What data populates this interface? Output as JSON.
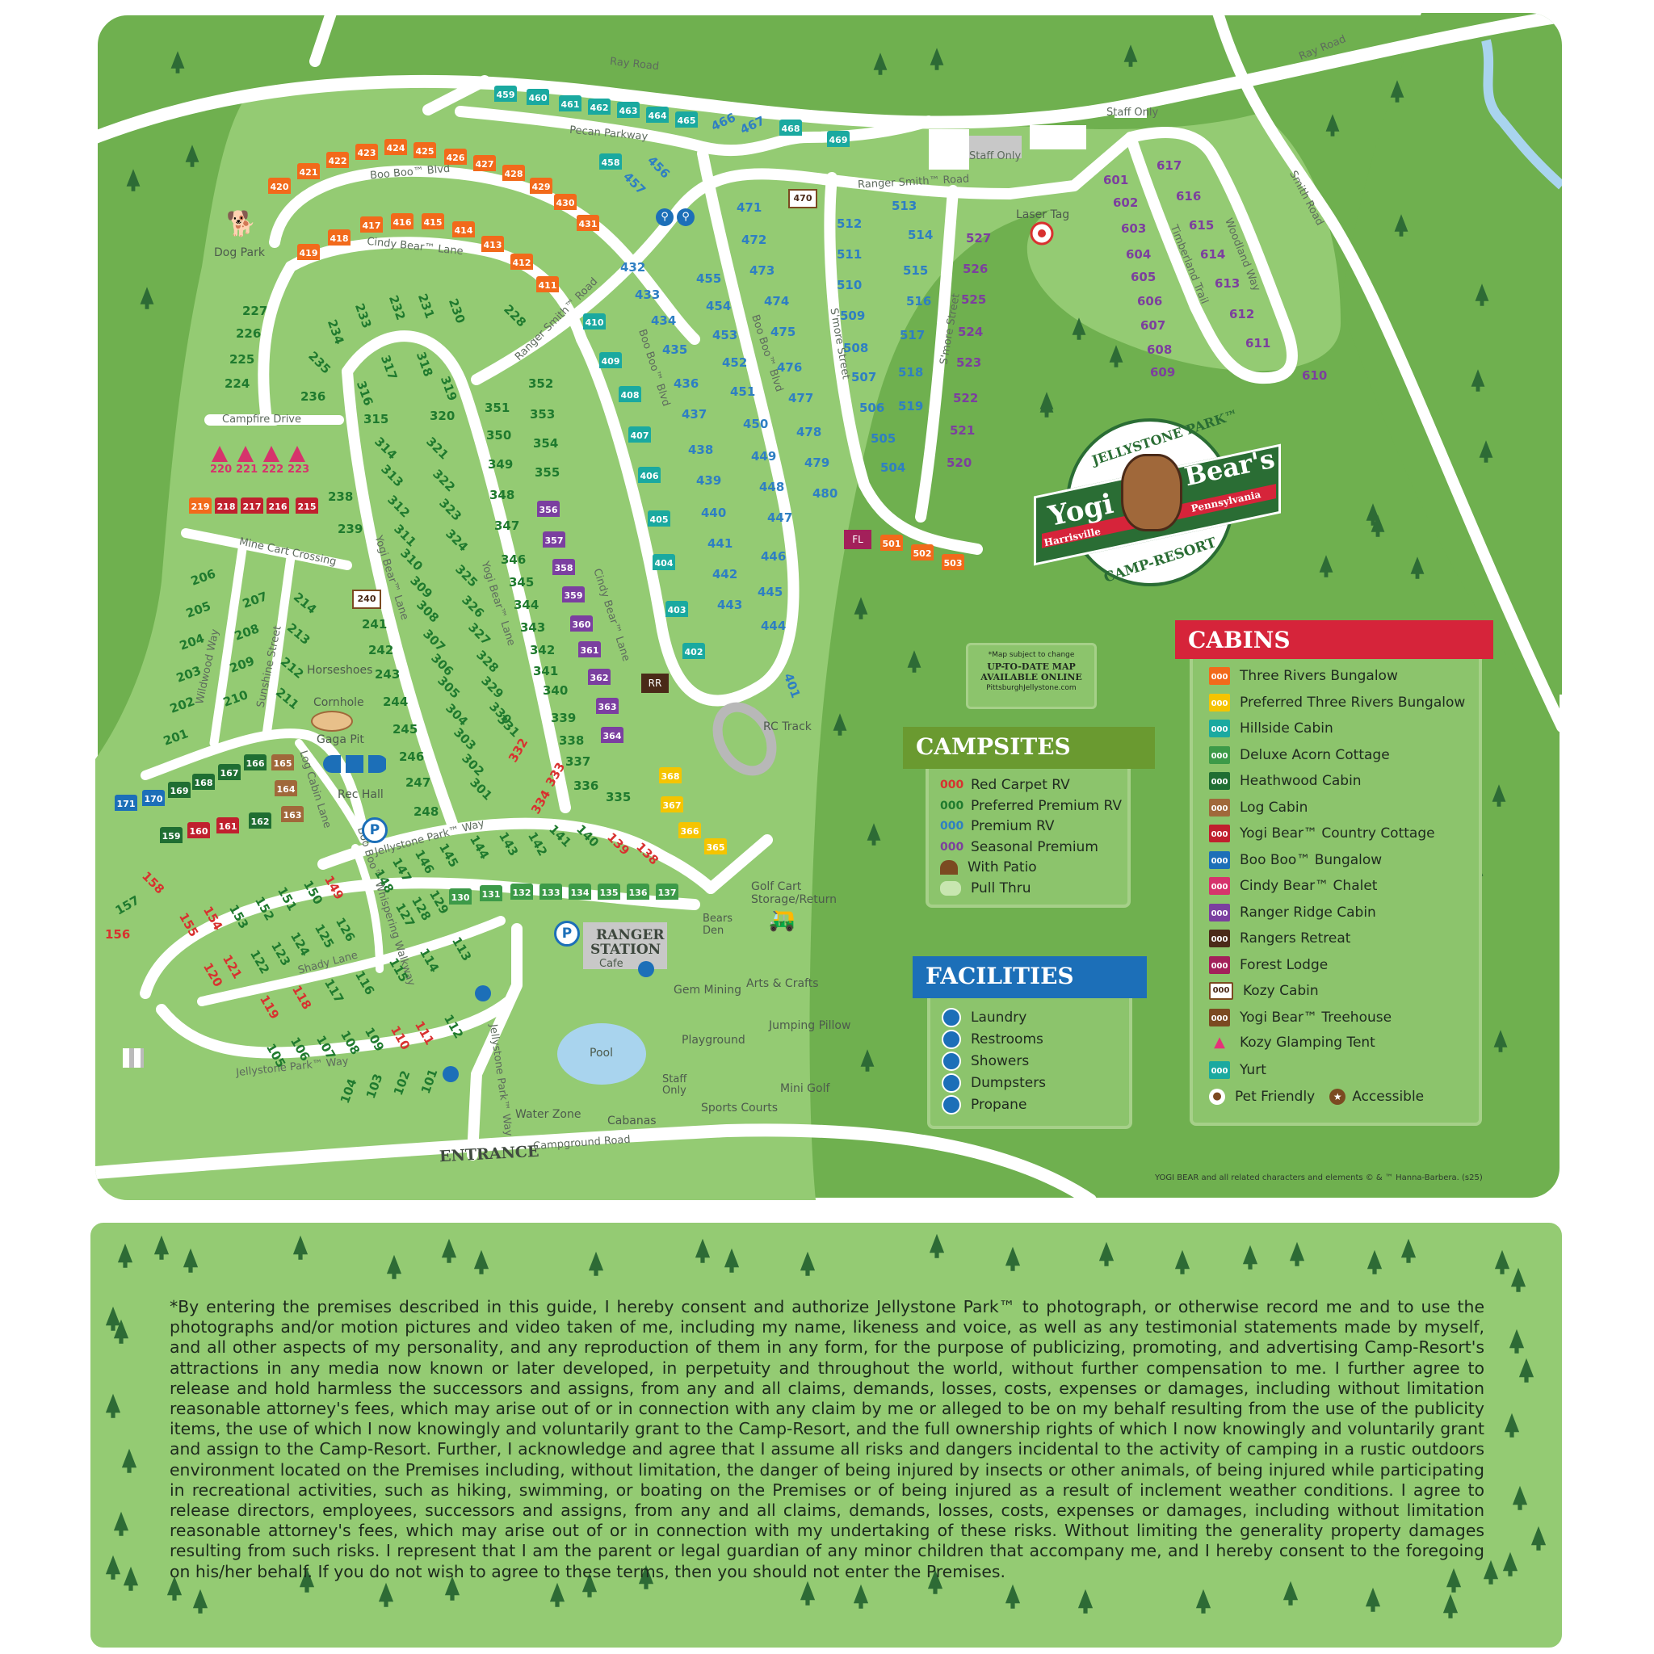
{
  "map": {
    "colors": {
      "grass_dark": "#6fb04f",
      "grass_light": "#94cb73",
      "road": "#ffffff",
      "three_rivers": "#f26a1b",
      "preferred_three_rivers": "#f5c400",
      "hillside": "#1aa9a0",
      "deluxe_acorn": "#3c9a48",
      "heathwood": "#1f6e32",
      "log_cabin": "#a0683a",
      "country_cottage": "#c0202e",
      "boo_boo": "#1c6fb8",
      "cindy": "#d6336c",
      "ranger_ridge": "#7b3fa0",
      "rangers_retreat": "#4a2a18",
      "forest_lodge": "#a3205a",
      "red_rv": "#d8312f",
      "preferred_rv": "#1f7a2e",
      "premium_rv": "#2e7fc3",
      "seasonal": "#7c3f9e"
    },
    "roads": {
      "ray_road_1": "Ray Road",
      "ray_road_2": "Ray Road",
      "smith_road": "Smith Road",
      "pecan": "Pecan Parkway",
      "boo_boo_blvd_top": "Boo Boo™ Blvd",
      "cindy_lane_top": "Cindy Bear™ Lane",
      "ranger_smith_rd": "Ranger Smith™ Road",
      "ranger_smith_road_diag": "Ranger Smith™ Road",
      "boo_boo_blvd_a": "Boo Boo™ Blvd",
      "boo_boo_blvd_b": "Boo Boo™ Blvd",
      "smore_a": "S'more Street",
      "smore_b": "S'more Street",
      "timberland": "Timberland Trail",
      "woodland": "Woodland Way",
      "campfire": "Campfire Drive",
      "mine_cart": "Mine Cart Crossing",
      "wildwood": "Wildwood Way",
      "sunshine": "Sunshine Street",
      "yogi_lane_a": "Yogi Bear™ Lane",
      "yogi_lane_b": "Yogi Bear™ Lane",
      "cindy_lane_b": "Cindy Bear™ Lane",
      "log_cabin_lane": "Log Cabin Lane",
      "jellystone_way_a": "Jellystone Park™ Way",
      "boo_boo_whispering": "Boo Boo™ Whispering Walkway",
      "shady_lane": "Shady Lane",
      "jellystone_way_b": "Jellystone Park™ Way",
      "jellystone_way_c": "Jellystone Park™ Way",
      "campground_road": "Campground Road",
      "entrance": "ENTRANCE",
      "staff_only_1": "Staff Only",
      "staff_only_2": "Staff Only"
    },
    "facilities": {
      "dog_park": "Dog Park",
      "laser_tag": "Laser Tag",
      "horseshoes": "Horseshoes",
      "cornhole": "Cornhole",
      "gaga": "Gaga Pit",
      "rec_hall": "Rec Hall",
      "rc_track": "RC Track",
      "golf_cart": "Golf Cart Storage/Return",
      "bears_den": "Bears Den",
      "ranger_station_1": "RANGER",
      "ranger_station_2": "STATION",
      "cafe": "Cafe",
      "gem_mining": "Gem Mining",
      "arts_crafts": "Arts & Crafts",
      "playground": "Playground",
      "jumping_pillow": "Jumping Pillow",
      "pool": "Pool",
      "staff_only_pool": "Staff Only",
      "mini_golf": "Mini Golf",
      "sports_courts": "Sports Courts",
      "water_zone": "Water Zone",
      "cabanas": "Cabanas",
      "fl": "FL",
      "rr": "RR",
      "cabin_240": "240",
      "cabin_470": "470"
    },
    "notice": {
      "line1": "*Map subject to change",
      "line2": "UP-TO-DATE MAP",
      "line3": "AVAILABLE ONLINE",
      "line4": "PittsburghJellystone.com"
    },
    "logo": {
      "top": "JELLYSTONE PARK™",
      "yogi": "Yogi",
      "bears": "Bear's",
      "location_left": "Harrisville",
      "location_right": "Pennsylvania",
      "bottom": "CAMP-RESORT"
    },
    "copyright": "YOGI BEAR and all related characters and elements © & ™ Hanna-Barbera. (s25)"
  },
  "legend": {
    "campsites": {
      "title": "CAMPSITES",
      "items": [
        {
          "code": "000",
          "label": "Red Carpet RV",
          "color": "#d8312f"
        },
        {
          "code": "000",
          "label": "Preferred Premium RV",
          "color": "#1f7a2e"
        },
        {
          "code": "000",
          "label": "Premium RV",
          "color": "#2e7fc3"
        },
        {
          "code": "000",
          "label": "Seasonal Premium",
          "color": "#7c3f9e"
        },
        {
          "code": "",
          "label": "With Patio",
          "color": "#7b4a21"
        },
        {
          "code": "",
          "label": "Pull Thru",
          "color": "#c8e6b0"
        }
      ]
    },
    "facilities": {
      "title": "FACILITIES",
      "items": [
        {
          "label": "Laundry",
          "icon": "laundry-icon"
        },
        {
          "label": "Restrooms",
          "icon": "restrooms-icon"
        },
        {
          "label": "Showers",
          "icon": "showers-icon"
        },
        {
          "label": "Dumpsters",
          "icon": "dumpster-icon"
        },
        {
          "label": "Propane",
          "icon": "propane-icon"
        }
      ]
    },
    "cabins": {
      "title": "CABINS",
      "items": [
        {
          "code": "000",
          "label": "Three Rivers Bungalow",
          "color": "#f26a1b"
        },
        {
          "code": "000",
          "label": "Preferred Three Rivers Bungalow",
          "color": "#f5c400"
        },
        {
          "code": "000",
          "label": "Hillside Cabin",
          "color": "#1aa9a0"
        },
        {
          "code": "000",
          "label": "Deluxe Acorn Cottage",
          "color": "#3c9a48"
        },
        {
          "code": "000",
          "label": "Heathwood Cabin",
          "color": "#1f6e32"
        },
        {
          "code": "000",
          "label": "Log Cabin",
          "color": "#a0683a"
        },
        {
          "code": "000",
          "label": "Yogi Bear™ Country Cottage",
          "color": "#c0202e"
        },
        {
          "code": "000",
          "label": "Boo Boo™ Bungalow",
          "color": "#1c6fb8"
        },
        {
          "code": "000",
          "label": "Cindy Bear™ Chalet",
          "color": "#d6336c"
        },
        {
          "code": "000",
          "label": "Ranger Ridge Cabin",
          "color": "#7b3fa0"
        },
        {
          "code": "000",
          "label": "Rangers Retreat",
          "color": "#4a2a18"
        },
        {
          "code": "000",
          "label": "Forest Lodge",
          "color": "#a3205a"
        },
        {
          "code": "000",
          "label": "Kozy Cabin",
          "color": "#ffffff"
        },
        {
          "code": "000",
          "label": "Yogi Bear™ Treehouse",
          "color": "#7b4a21"
        },
        {
          "code": "000",
          "label": "Kozy Glamping Tent",
          "color": "#e5317a"
        },
        {
          "code": "000",
          "label": "Yurt",
          "color": "#1aa9a0"
        }
      ],
      "pet_friendly": "Pet Friendly",
      "accessible": "Accessible"
    }
  },
  "sites": {
    "cabins_top": [
      {
        "n": "459",
        "c": "hillside"
      },
      {
        "n": "460",
        "c": "hillside"
      },
      {
        "n": "461",
        "c": "hillside"
      },
      {
        "n": "462",
        "c": "hillside"
      },
      {
        "n": "463",
        "c": "hillside"
      },
      {
        "n": "464",
        "c": "hillside"
      },
      {
        "n": "465",
        "c": "hillside"
      },
      {
        "n": "468",
        "c": "hillside"
      },
      {
        "n": "469",
        "c": "hillside"
      },
      {
        "n": "458",
        "c": "hillside"
      },
      {
        "n": "420",
        "c": "three_rivers"
      },
      {
        "n": "421",
        "c": "three_rivers"
      },
      {
        "n": "422",
        "c": "three_rivers"
      },
      {
        "n": "423",
        "c": "three_rivers"
      },
      {
        "n": "424",
        "c": "three_rivers"
      },
      {
        "n": "425",
        "c": "three_rivers"
      },
      {
        "n": "426",
        "c": "three_rivers"
      },
      {
        "n": "427",
        "c": "three_rivers"
      },
      {
        "n": "428",
        "c": "three_rivers"
      },
      {
        "n": "429",
        "c": "three_rivers"
      },
      {
        "n": "430",
        "c": "three_rivers"
      },
      {
        "n": "431",
        "c": "three_rivers"
      },
      {
        "n": "419",
        "c": "three_rivers"
      },
      {
        "n": "418",
        "c": "three_rivers"
      },
      {
        "n": "417",
        "c": "three_rivers"
      },
      {
        "n": "416",
        "c": "three_rivers"
      },
      {
        "n": "415",
        "c": "three_rivers"
      },
      {
        "n": "414",
        "c": "three_rivers"
      },
      {
        "n": "413",
        "c": "three_rivers"
      },
      {
        "n": "412",
        "c": "three_rivers"
      },
      {
        "n": "411",
        "c": "three_rivers"
      },
      {
        "n": "410",
        "c": "hillside"
      },
      {
        "n": "409",
        "c": "hillside"
      },
      {
        "n": "408",
        "c": "hillside"
      },
      {
        "n": "407",
        "c": "hillside"
      },
      {
        "n": "406",
        "c": "hillside"
      },
      {
        "n": "405",
        "c": "hillside"
      },
      {
        "n": "404",
        "c": "hillside"
      },
      {
        "n": "403",
        "c": "hillside"
      },
      {
        "n": "402",
        "c": "hillside"
      },
      {
        "n": "356",
        "c": "ranger_ridge"
      },
      {
        "n": "357",
        "c": "ranger_ridge"
      },
      {
        "n": "358",
        "c": "ranger_ridge"
      },
      {
        "n": "359",
        "c": "ranger_ridge"
      },
      {
        "n": "360",
        "c": "ranger_ridge"
      },
      {
        "n": "361",
        "c": "ranger_ridge"
      },
      {
        "n": "362",
        "c": "ranger_ridge"
      },
      {
        "n": "363",
        "c": "ranger_ridge"
      },
      {
        "n": "364",
        "c": "ranger_ridge"
      },
      {
        "n": "368",
        "c": "preferred_three_rivers"
      },
      {
        "n": "367",
        "c": "preferred_three_rivers"
      },
      {
        "n": "366",
        "c": "preferred_three_rivers"
      },
      {
        "n": "365",
        "c": "preferred_three_rivers"
      },
      {
        "n": "501",
        "c": "three_rivers"
      },
      {
        "n": "502",
        "c": "three_rivers"
      },
      {
        "n": "503",
        "c": "three_rivers"
      },
      {
        "n": "219",
        "c": "three_rivers"
      },
      {
        "n": "218",
        "c": "country_cottage"
      },
      {
        "n": "217",
        "c": "country_cottage"
      },
      {
        "n": "216",
        "c": "country_cottage"
      },
      {
        "n": "215",
        "c": "country_cottage"
      },
      {
        "n": "171",
        "c": "boo_boo"
      },
      {
        "n": "170",
        "c": "boo_boo"
      },
      {
        "n": "169",
        "c": "heathwood"
      },
      {
        "n": "168",
        "c": "heathwood"
      },
      {
        "n": "167",
        "c": "heathwood"
      },
      {
        "n": "166",
        "c": "heathwood"
      },
      {
        "n": "165",
        "c": "log_cabin"
      },
      {
        "n": "164",
        "c": "log_cabin"
      },
      {
        "n": "163",
        "c": "log_cabin"
      },
      {
        "n": "159",
        "c": "heathwood"
      },
      {
        "n": "160",
        "c": "country_cottage"
      },
      {
        "n": "161",
        "c": "country_cottage"
      },
      {
        "n": "162",
        "c": "heathwood"
      },
      {
        "n": "130",
        "c": "deluxe_acorn"
      },
      {
        "n": "131",
        "c": "deluxe_acorn"
      },
      {
        "n": "132",
        "c": "deluxe_acorn"
      },
      {
        "n": "133",
        "c": "deluxe_acorn"
      },
      {
        "n": "134",
        "c": "deluxe_acorn"
      },
      {
        "n": "135",
        "c": "deluxe_acorn"
      },
      {
        "n": "136",
        "c": "deluxe_acorn"
      },
      {
        "n": "137",
        "c": "deluxe_acorn"
      }
    ],
    "tents": [
      "220",
      "221",
      "222",
      "223"
    ],
    "premium_rv": [
      "466",
      "467",
      "456",
      "457",
      "432",
      "433",
      "434",
      "435",
      "436",
      "437",
      "438",
      "439",
      "440",
      "441",
      "442",
      "443",
      "455",
      "454",
      "453",
      "452",
      "451",
      "450",
      "449",
      "448",
      "447",
      "446",
      "445",
      "444",
      "401",
      "471",
      "472",
      "473",
      "474",
      "475",
      "476",
      "477",
      "478",
      "479",
      "480",
      "512",
      "511",
      "510",
      "509",
      "508",
      "507",
      "506",
      "505",
      "504",
      "513",
      "514",
      "515",
      "516",
      "517",
      "518",
      "519"
    ],
    "seasonal_sites": [
      "527",
      "526",
      "525",
      "524",
      "523",
      "522",
      "521",
      "520",
      "617",
      "616",
      "615",
      "614",
      "613",
      "612",
      "611",
      "610",
      "601",
      "602",
      "603",
      "604",
      "605",
      "606",
      "607",
      "608",
      "609"
    ],
    "preferred_rv": [
      "227",
      "226",
      "225",
      "224",
      "233",
      "232",
      "231",
      "230",
      "228",
      "234",
      "235",
      "236",
      "238",
      "239",
      "317",
      "318",
      "319",
      "316",
      "315",
      "320",
      "314",
      "321",
      "313",
      "322",
      "312",
      "323",
      "311",
      "324",
      "310",
      "325",
      "309",
      "326",
      "308",
      "327",
      "307",
      "328",
      "306",
      "329",
      "305",
      "330",
      "304",
      "331",
      "303",
      "302",
      "301",
      "351",
      "350",
      "349",
      "348",
      "347",
      "346",
      "345",
      "344",
      "343",
      "342",
      "341",
      "340",
      "339",
      "338",
      "337",
      "336",
      "335",
      "352",
      "353",
      "354",
      "355",
      "206",
      "205",
      "204",
      "203",
      "202",
      "201",
      "207",
      "208",
      "209",
      "210",
      "214",
      "213",
      "212",
      "211",
      "241",
      "242",
      "243",
      "244",
      "245",
      "246",
      "247",
      "248",
      "145",
      "146",
      "147",
      "148",
      "127",
      "128",
      "129",
      "144",
      "143",
      "142",
      "141",
      "140",
      "150",
      "151",
      "152",
      "153",
      "157",
      "126",
      "125",
      "124",
      "123",
      "122",
      "117",
      "116",
      "115",
      "114",
      "113",
      "112",
      "109",
      "108",
      "107",
      "106",
      "105",
      "104",
      "103",
      "102",
      "101"
    ],
    "red_rv": [
      "332",
      "333",
      "334",
      "139",
      "138",
      "149",
      "158",
      "156",
      "155",
      "154",
      "121",
      "120",
      "119",
      "118",
      "111",
      "110"
    ]
  },
  "disclaimer": "*By entering the premises described in this guide, I hereby consent and authorize Jellystone Park™ to photograph, or otherwise record me and to use the photographs and/or motion pictures and video taken of me, including my name, likeness and voice, as well as any testimonial statements made by myself, and all other aspects of my personality, and any reproduction of them in any form, for the purpose of publicizing, promoting, and advertising Camp-Resort's attractions in any media now known or later developed, in perpetuity and throughout the world, without further compensation to me. I further agree to release and hold harmless the successors and assigns, from any and all claims, demands, losses, costs, expenses or damages, including without limitation reasonable attorney's fees, which may arise out of or in connection with any claim by me or alleged to be on my behalf resulting from the use of the publicity items, the use of which I now knowingly and voluntarily grant to the Camp-Resort, and the full ownership rights of which I now knowingly and voluntarily grant and assign to the Camp-Resort. Further, I acknowledge and agree that I assume all risks and dangers incidental to the activity of camping in a rustic outdoors environment located on the Premises including, without limitation, the danger of being injured by insects or other animals, of being injured while participating in recreational activities, such as hiking, swimming, or boating on the Premises or of being injured as a result of inclement weather conditions. I agree to release directors, employees, successors and assigns, from any and all claims, demands, losses, costs, expenses or damages, including without limitation reasonable attorney's fees, which may arise out of or in connection with my undertaking of these risks. Without limiting the generality property damages resulting from such risks. I represent that I am the parent or legal guardian of any minor children that accompany me, and I hereby consent to the foregoing on his/her behalf. If you do not wish to agree to these terms, then you should not enter the Premises."
}
